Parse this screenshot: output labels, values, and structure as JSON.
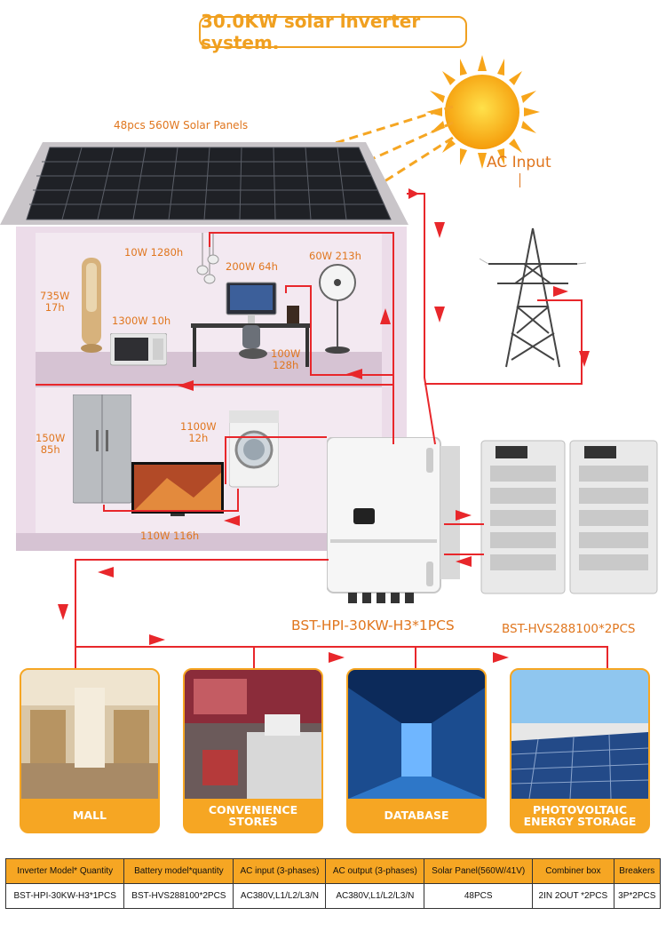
{
  "title": "30.0KW solar inverter system.",
  "labels": {
    "solar_panels": "48pcs 560W Solar Panels",
    "ac_input": "AC Input",
    "lamp": "10W 1280h",
    "computer": "200W 64h",
    "fan": "60W 213h",
    "air_tower": "735W\n17h",
    "microwave": "1300W 10h",
    "speaker": "100W\n128h",
    "fridge": "150W\n85h",
    "washer": "1100W\n12h",
    "tv": "110W 116h",
    "inverter": "BST-HPI-30KW-H3*1PCS",
    "battery": "BST-HVS288100*2PCS"
  },
  "cards": [
    {
      "label": "MALL"
    },
    {
      "label": "CONVENIENCE STORES"
    },
    {
      "label": "DATABASE"
    },
    {
      "label": "PHOTOVOLTAIC\nENERGY STORAGE"
    }
  ],
  "table": {
    "headers": [
      "Inverter Model* Quantity",
      "Battery model*quantity",
      "AC input (3-phases)",
      "AC output (3-phases)",
      "Solar Panel(560W/41V)",
      "Combiner box",
      "Breakers"
    ],
    "row": [
      "BST-HPI-30KW-H3*1PCS",
      "BST-HVS288100*2PCS",
      "AC380V,L1/L2/L3/N",
      "AC380V,L1/L2/L3/N",
      "48PCS",
      "2IN 2OUT *2PCS",
      "3P*2PCS"
    ]
  },
  "colors": {
    "accent": "#f6a623",
    "label": "#e0761e",
    "wire": "#e8272b"
  }
}
